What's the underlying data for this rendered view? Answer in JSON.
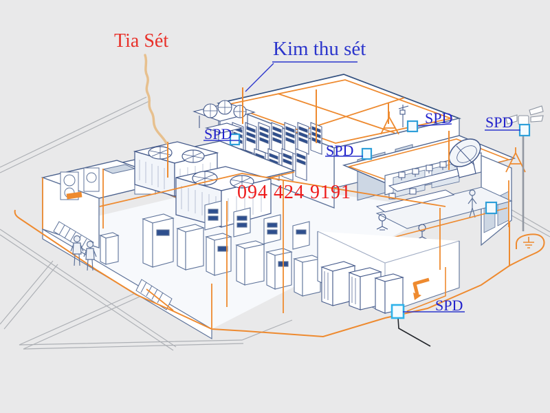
{
  "diagram": {
    "type": "isometric-building-lightning-protection",
    "background": "#e9e9ea"
  },
  "annotations": {
    "lightning_label": {
      "text": "Tia Sét",
      "color": "#e8312a"
    },
    "rod_label": {
      "text": "Kim thu sét",
      "color": "#2b35cc"
    },
    "phone": {
      "text": "094 424 9191",
      "color": "#ee1c1c"
    },
    "spd_labels": [
      {
        "id": "spd-roof-left",
        "label": "SPD"
      },
      {
        "id": "spd-datacenter-roof",
        "label": "SPD"
      },
      {
        "id": "spd-roof-right",
        "label": "SPD"
      },
      {
        "id": "spd-antenna-mast",
        "label": "SPD"
      },
      {
        "id": "spd-generator-room",
        "label": "SPD"
      }
    ]
  },
  "colors": {
    "background": "#e9e9ea",
    "line_blue": "#5d7299",
    "line_dark": "#32507f",
    "conductor_orange": "#ee8a2f",
    "lightning_tan": "#e7c08e",
    "spd_box_blue": "#2e9fd9",
    "label_blue": "#2222cc",
    "label_red": "#e8312a",
    "road_gray": "#adb0b5",
    "window_shade": "#cdd7e4",
    "panel_navy": "#2e4f8e"
  },
  "icons": {
    "lightning-bolt-icon": "tan zigzag stroke",
    "lightning-rod-icon": "orange vertical line",
    "spd-device-icon": "blue outlined square",
    "ground-rod-icon": "orange ground symbol",
    "satellite-dish-icon": "tilted ellipse on pedestal",
    "anemometer-icon": "pole with three blades",
    "hvac-unit-icon": "box with circular fans",
    "server-rack-icon": "striped cabinet",
    "person-icon": "standing figure",
    "stairs-icon": "stepped band"
  }
}
